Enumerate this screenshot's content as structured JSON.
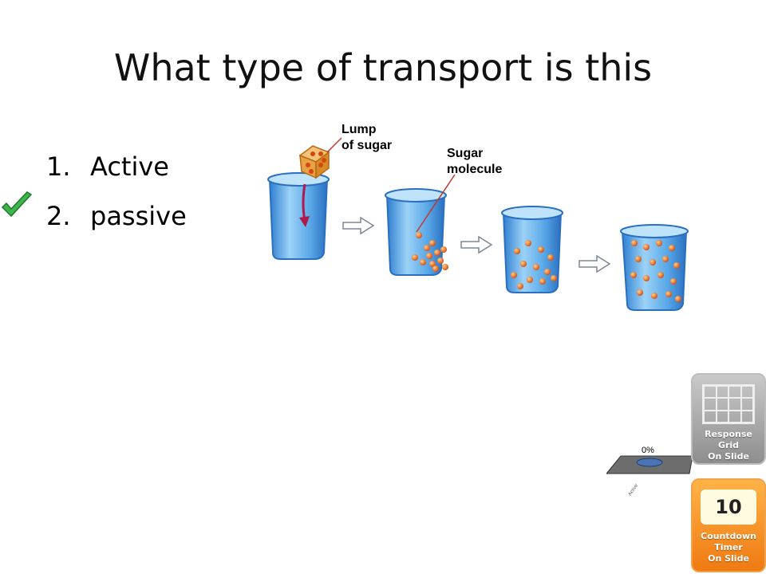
{
  "slide": {
    "title": "What type of transport is this",
    "choices": [
      {
        "number": "1.",
        "label": "Active"
      },
      {
        "number": "2.",
        "label": "passive"
      }
    ],
    "correct_marker": "check-icon"
  },
  "figure": {
    "label_lump": [
      "Lump",
      "of sugar"
    ],
    "label_molecule": [
      "Sugar",
      "molecule"
    ]
  },
  "response_chart": {
    "percent": "0%",
    "category": "Active"
  },
  "widgets": {
    "grid": [
      "Response",
      "Grid",
      "On Slide"
    ],
    "timer_value": "10",
    "timer": [
      "Countdown",
      "Timer",
      "On Slide"
    ]
  }
}
